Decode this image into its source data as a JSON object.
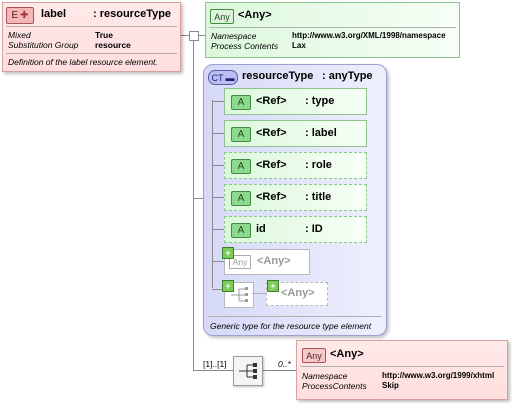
{
  "element": {
    "badge": "E",
    "name": "label",
    "type": ": resourceType",
    "props": [
      {
        "key": "Mixed",
        "value": "True"
      },
      {
        "key": "Substitution Group",
        "value": "resource"
      }
    ],
    "description": "Definition of the label  resource element."
  },
  "any_attribute": {
    "badge": "Any",
    "title": "<Any>",
    "props": [
      {
        "key": "Namespace",
        "value": "http://www.w3.org/XML/1998/namespace"
      },
      {
        "key": "Process Contents",
        "value": "Lax"
      }
    ]
  },
  "complex_type": {
    "badge": "CT",
    "name": "resourceType",
    "type": ": anyType",
    "description": "Generic type for the resource type element",
    "attributes": [
      {
        "badge": "A",
        "name": "<Ref>",
        "type": ": type",
        "optional": false
      },
      {
        "badge": "A",
        "name": "<Ref>",
        "type": ": label",
        "optional": false
      },
      {
        "badge": "A",
        "name": "<Ref>",
        "type": ": role",
        "optional": true
      },
      {
        "badge": "A",
        "name": "<Ref>",
        "type": ": title",
        "optional": true
      },
      {
        "badge": "A",
        "name": "id",
        "type": ": ID",
        "optional": true
      }
    ],
    "any_attr": {
      "badge": "Any",
      "title": "<Any>"
    },
    "group_any": {
      "title": "<Any>"
    }
  },
  "sequence": {
    "cardinality": "[1]..[1]",
    "child_cardinality": "0..*"
  },
  "any_element": {
    "badge": "Any",
    "title": "<Any>",
    "props": [
      {
        "key": "Namespace",
        "value": "http://www.w3.org/1999/xhtml"
      },
      {
        "key": "ProcessContents",
        "value": "Skip"
      }
    ]
  }
}
